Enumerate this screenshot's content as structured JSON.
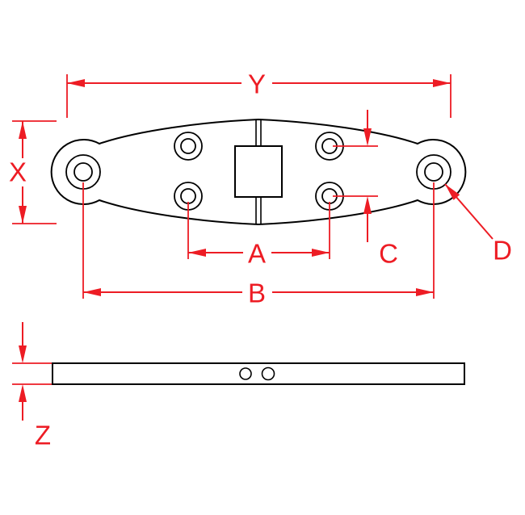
{
  "diagram": {
    "labels": {
      "y": "Y",
      "x": "X",
      "a": "A",
      "b": "B",
      "c": "C",
      "d": "D",
      "z": "Z"
    },
    "colors": {
      "dimension": "#ed1c24",
      "outline": "#000000",
      "background": "#ffffff"
    }
  }
}
